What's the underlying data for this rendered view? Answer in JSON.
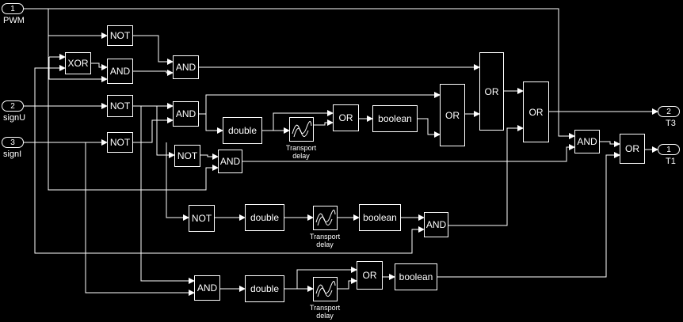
{
  "inports": [
    {
      "number": "1",
      "label": "PWM"
    },
    {
      "number": "2",
      "label": "signU"
    },
    {
      "number": "3",
      "label": "signI"
    }
  ],
  "outports": [
    {
      "number": "2",
      "label": "T3"
    },
    {
      "number": "1",
      "label": "T1"
    }
  ],
  "blocks": {
    "not": "NOT",
    "and": "AND",
    "xor": "XOR",
    "or": "OR",
    "double": "double",
    "boolean": "boolean"
  },
  "transport_delay": {
    "line1": "Transport",
    "line2": "delay"
  }
}
